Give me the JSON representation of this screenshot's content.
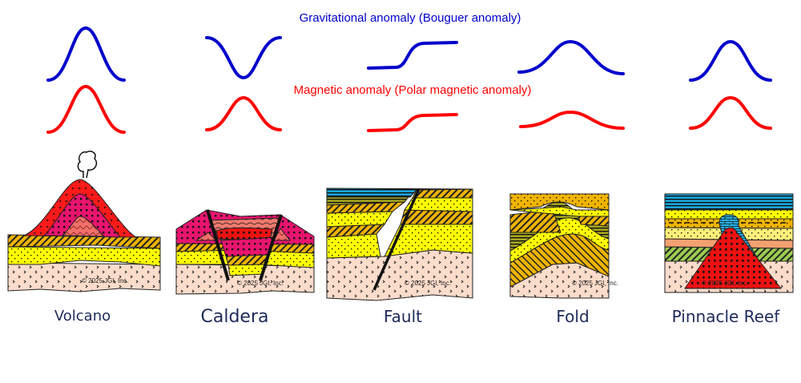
{
  "titles": {
    "gravity": "Gravitational anomaly (Bouguer anomaly)",
    "magnetic": "Magnetic anomaly (Polar magnetic anomaly)"
  },
  "colors": {
    "gravity": "#0000cc",
    "magnetic": "#ff0000",
    "labels": "#1f2a5a"
  },
  "structures": [
    {
      "label": "Volcano",
      "copyright": "© 2025 JGI, Inc."
    },
    {
      "label": "Caldera",
      "copyright": "© 2025 JGI, Inc."
    },
    {
      "label": "Fault",
      "copyright": "© 2025 JGI, Inc."
    },
    {
      "label": "Fold",
      "copyright": "© 2025 JGI, Inc."
    },
    {
      "label": "Pinnacle Reef",
      "copyright": "© 2025 JGI, Inc."
    }
  ]
}
